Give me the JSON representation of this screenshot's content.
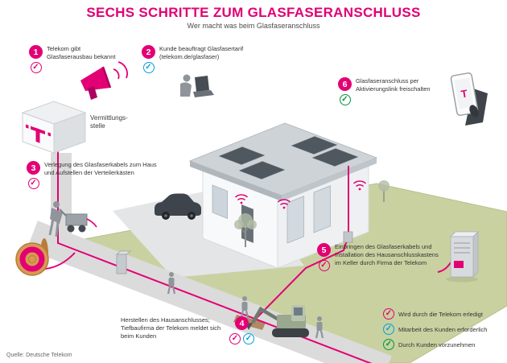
{
  "header": {
    "title": "SECHS SCHRITTE ZUM GLASFASERANSCHLUSS",
    "subtitle": "Wer macht was beim Glasfaseranschluss"
  },
  "steps": [
    {
      "number": "1",
      "text": "Telekom gibt Glasfaserausbau bekannt",
      "checks": [
        "magenta"
      ]
    },
    {
      "number": "2",
      "text": "Kunde beauftragt Glasfasertarif (telekom.de/glasfaser)",
      "checks": [
        "blue"
      ]
    },
    {
      "number": "3",
      "text": "Verlegung des Glasfaserkabels zum Haus und Aufstellen der Verteilerkästen",
      "checks": [
        "magenta"
      ]
    },
    {
      "number": "4",
      "text": "Herstellen des Hausanschlusses; Tiefbaufirma der Telekom meldet sich beim Kunden",
      "checks": [
        "magenta",
        "blue"
      ]
    },
    {
      "number": "5",
      "text": "Einbringen des Glasfaserkabels und Installation des Hausanschlusskastens im Keller durch Firma der Telekom",
      "checks": [
        "magenta"
      ]
    },
    {
      "number": "6",
      "text": "Glasfaseranschluss per Aktivierungslink freischalten",
      "checks": [
        "green"
      ]
    }
  ],
  "scene": {
    "switching_center_label": "Vermittlungs-stelle",
    "logo_letter": "T"
  },
  "legend": {
    "items": [
      {
        "label": "Wird durch die Telekom erledigt",
        "color": "#E20074"
      },
      {
        "label": "Mitarbeit des Kunden erforderlich",
        "color": "#00A1DE"
      },
      {
        "label": "Durch Kunden vorzunehmen",
        "color": "#00963F"
      }
    ]
  },
  "source": "Quelle: Deutsche Telekom",
  "colors": {
    "magenta": "#E20074",
    "blue": "#00A1DE",
    "green": "#00963F",
    "lawn": "#C9D1A1",
    "street": "#DBDBDB"
  },
  "icons": {
    "check": "✓",
    "megaphone-icon": "megaphone with sound waves",
    "laptop-icon": "person at laptop",
    "worker-icon": "worker with cable cart",
    "excavator-icon": "excavator digging trench",
    "cable-drum-icon": "fiber cable drum",
    "smartphone-icon": "hand holding smartphone",
    "connection-cabinet-icon": "house connection cabinet",
    "switching-center-box": "switching center with Telekom logo",
    "distribution-box": "distribution box",
    "wifi-icon": "wifi signal",
    "house-illustration": "house with solar roof"
  }
}
